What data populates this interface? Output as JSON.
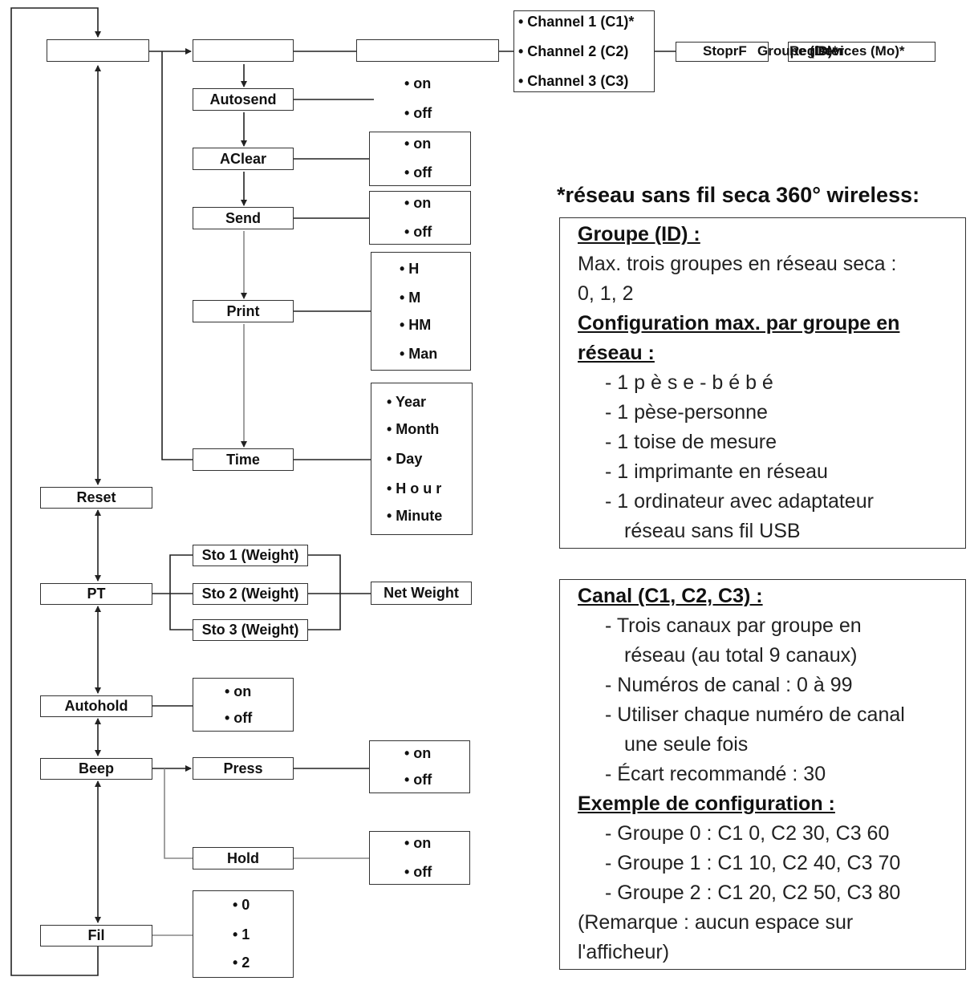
{
  "headline": "*réseau sans fil seca 360° wireless:",
  "menu": {
    "main": [
      "",
      "Reset",
      "PT",
      "Autohold",
      "Beep",
      "Fil"
    ],
    "setup": "",
    "wireless": "",
    "channels": [
      "• Channel 1 (C1)*",
      "• Channel 2 (C2)",
      "• Channel 3 (C3)"
    ],
    "overlap": [
      "StoprF",
      "Groupe (ID)*",
      "Register",
      "Devices (Mo)*"
    ],
    "sub": [
      "Autosend",
      "AClear",
      "Send",
      "Print",
      "Time"
    ],
    "autosend": [
      "• on",
      "• off"
    ],
    "aclear": [
      "• on",
      "• off"
    ],
    "send": [
      "• on",
      "• off"
    ],
    "print": [
      "• H",
      "• M",
      "• HM",
      "• Man"
    ],
    "time": [
      "• Year",
      "• Month",
      "• Day",
      "• H o u r",
      "• Minute"
    ],
    "pt": [
      "Sto 1 (Weight)",
      "Sto 2 (Weight)",
      "Sto 3 (Weight)",
      "Net Weight"
    ],
    "autohold": [
      "• on",
      "• off"
    ],
    "beep": [
      "Press",
      "Hold"
    ],
    "press": [
      "• on",
      "• off"
    ],
    "hold": [
      "• on",
      "• off"
    ],
    "fil": [
      "• 0",
      "• 1",
      "• 2"
    ]
  },
  "info_group": {
    "title": "Groupe (ID) :",
    "line1": "Max. trois groupes en réseau seca :",
    "line2": "0, 1, 2",
    "title2a": "Configuration max. par groupe en",
    "title2b": "réseau :",
    "star": "*",
    "items": [
      "- 1 p è s e - b é b é",
      "- 1 pèse-personne",
      "- 1 toise de mesure",
      "- 1 imprimante en réseau",
      "- 1 ordinateur avec adaptateur",
      "réseau sans fil USB"
    ]
  },
  "info_channel": {
    "title": "Canal (C1, C2, C3) :",
    "items": [
      "- Trois canaux par groupe en",
      "réseau (au total 9 canaux)",
      "- Numéros de canal : 0 à 99",
      "- Utiliser chaque numéro de canal",
      "une seule fois",
      "- Écart recommandé : 30"
    ],
    "title2": "Exemple de configuration :",
    "examples": [
      "- Groupe 0 : C1 0, C2 30, C3 60",
      "- Groupe 1 : C1 10, C2 40, C3 70",
      "- Groupe 2 : C1 20, C2 50, C3 80"
    ],
    "note1": "(Remarque : aucun espace sur",
    "note2": "l'afficheur)"
  }
}
